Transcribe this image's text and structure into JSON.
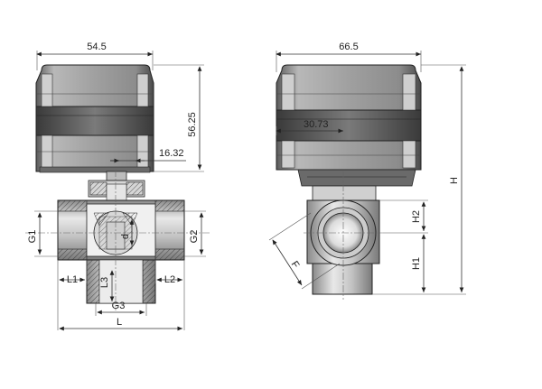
{
  "front_view": {
    "dim_width": "54.5",
    "dim_height": "56.25",
    "dim_stem": "16.32",
    "label_g1": "G1",
    "label_g2": "G2",
    "label_g3": "G3",
    "label_d": "d",
    "label_l1": "L1",
    "label_l2": "L2",
    "label_l3": "L3",
    "label_l": "L"
  },
  "side_view": {
    "dim_width": "66.5",
    "dim_offset": "30.73",
    "label_h": "H",
    "label_h1": "H1",
    "label_h2": "H2",
    "label_f": "F"
  },
  "colors": {
    "actuator_body": "#9a9a9a",
    "actuator_light": "#c8c8c8",
    "actuator_dark": "#4a4a4a",
    "valve_body": "#c0c0c0",
    "valve_light": "#e2e2e2",
    "valve_dark": "#7a7a7a",
    "line": "#222222"
  }
}
